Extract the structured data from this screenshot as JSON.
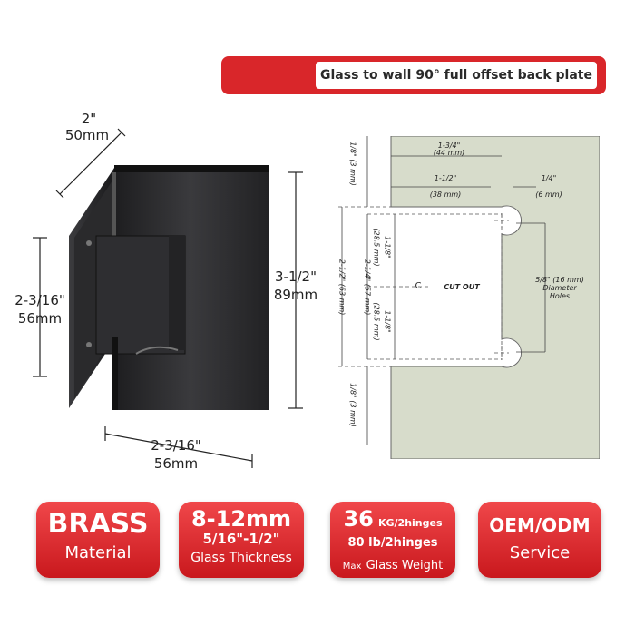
{
  "title": "Glass to wall 90° full offset back plate",
  "hinge_dimensions": {
    "depth_in": "2\"",
    "depth_mm": "50mm",
    "height_in": "3-1/2\"",
    "height_mm": "89mm",
    "plate_height_in": "2-3/16\"",
    "plate_height_mm": "56mm",
    "width_in": "2-3/16\"",
    "width_mm": "56mm"
  },
  "cutout": {
    "top_in": "1-3/4\"",
    "top_mm": "(44 mm)",
    "mid_in": "1-1/2\"",
    "mid_mm": "(38 mm)",
    "offset_in": "1/4\"",
    "offset_mm": "(6 mm)",
    "gap_top": "1/8\" (3 mm)",
    "gap_bottom": "1/8\" (3 mm)",
    "total_height": "2-1/2\" (63 mm)",
    "half_height": "2-1/4\" (57 mm)",
    "upper": "1-1/8\"",
    "upper_mm": "(28.5 mm)",
    "lower": "1-1/8\"",
    "lower_mm": "(28.5 mm)",
    "cl": "C",
    "cut_out": "CUT OUT",
    "holes_1": "5/8\" (16 mm)",
    "holes_2": "Diameter",
    "holes_3": "Holes"
  },
  "badges": [
    {
      "big": "BRASS",
      "small": "Material"
    },
    {
      "big": "8-12mm",
      "mid": "5/16\"-1/2\"",
      "small": "Glass Thickness"
    },
    {
      "big": "36",
      "big_unit": "KG/2hinges",
      "mid": "80 lb/2hinges",
      "small_prefix": "Max",
      "small": "Glass Weight"
    },
    {
      "big": "OEM/ODM",
      "small": "Service"
    }
  ],
  "colors": {
    "accent": "#d9262a",
    "panel": "#d7dccb",
    "hinge": "#2b2b2d"
  }
}
